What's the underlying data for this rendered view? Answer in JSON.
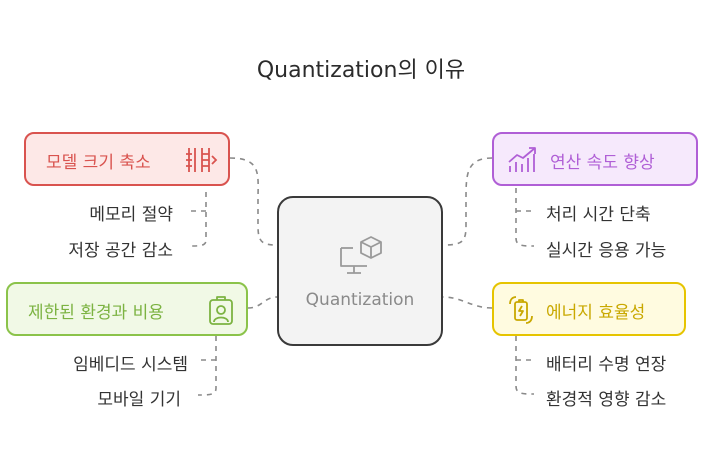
{
  "title": "Quantization의 이유",
  "center": {
    "label": "Quantization",
    "icon": "computer-cube-icon"
  },
  "branches": [
    {
      "id": "model-size",
      "label": "모델 크기 축소",
      "icon": "compress-bars-icon",
      "color": "#d9534f",
      "fill": "#fde8e7",
      "items": [
        "메모리 절약",
        "저장 공간 감소"
      ]
    },
    {
      "id": "compute-speed",
      "label": "연산 속도 향상",
      "icon": "trend-chart-icon",
      "color": "#b05fd6",
      "fill": "#f6e9fc",
      "items": [
        "처리 시간 단축",
        "실시간 응용 가능"
      ]
    },
    {
      "id": "constrained-env",
      "label": "제한된 환경과 비용",
      "icon": "badge-icon",
      "color": "#8bc34a",
      "fill": "#f1f9e6",
      "items": [
        "임베디드 시스템",
        "모바일 기기"
      ]
    },
    {
      "id": "energy",
      "label": "에너지 효율성",
      "icon": "battery-cycle-icon",
      "color": "#e6c400",
      "fill": "#fffbe0",
      "items": [
        "배터리 수명 연장",
        "환경적 영향 감소"
      ]
    }
  ]
}
